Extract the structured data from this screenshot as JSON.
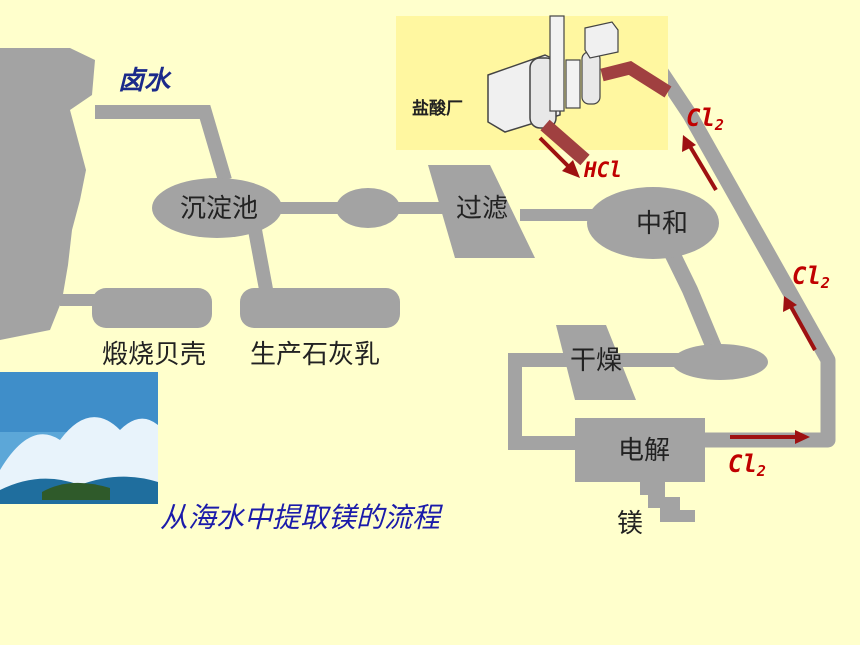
{
  "labels": {
    "brine": "卤水",
    "settling_tank": "沉淀池",
    "filtration": "过滤",
    "neutralization": "中和",
    "calcine_shells": "煅烧贝壳",
    "produce_lime_milk": "生产石灰乳",
    "drying": "干燥",
    "electrolysis": "电解",
    "magnesium": "镁",
    "hcl_plant": "盐酸厂",
    "caption": "从海水中提取镁的流程"
  },
  "chemicals": {
    "hcl": "HCl",
    "cl2_base": "Cl",
    "cl2_sub": "2"
  },
  "colors": {
    "background": "#ffffcc",
    "pipe": "#a3a3a3",
    "vessel": "#a3a3a3",
    "arrow": "#9e1111",
    "caption": "#1b1baa"
  }
}
